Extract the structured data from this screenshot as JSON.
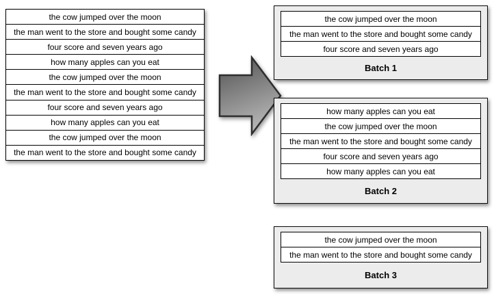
{
  "input_list": {
    "rows": [
      "the cow jumped over the moon",
      "the man went to the store and bought some candy",
      "four score and seven years ago",
      "how many apples can you eat",
      "the cow jumped over the moon",
      "the man went to the store and bought some candy",
      "four score and seven years ago",
      "how many apples can you eat",
      "the cow jumped over the moon",
      "the man went to the store and bought some candy"
    ]
  },
  "arrow": {
    "icon": "right-block-arrow",
    "gradient_start": "#565656",
    "gradient_end": "#b8b8b8",
    "outline": "#2e2e2e"
  },
  "batches": [
    {
      "label": "Batch 1",
      "rows": [
        "the cow jumped over the moon",
        "the man went to the store and bought some candy",
        "four score and seven years ago"
      ]
    },
    {
      "label": "Batch 2",
      "rows": [
        "how many apples can you eat",
        "the cow jumped over the moon",
        "the man went to the store and bought some candy",
        "four score and seven years ago",
        "how many apples can you eat"
      ]
    },
    {
      "label": "Batch 3",
      "rows": [
        "the cow jumped over the moon",
        "the man went to the store and bought some candy"
      ]
    }
  ],
  "colors": {
    "page_bg": "#ffffff",
    "batch_box_bg": "#ececec",
    "row_bg": "#ffffff",
    "border": "#000000"
  }
}
